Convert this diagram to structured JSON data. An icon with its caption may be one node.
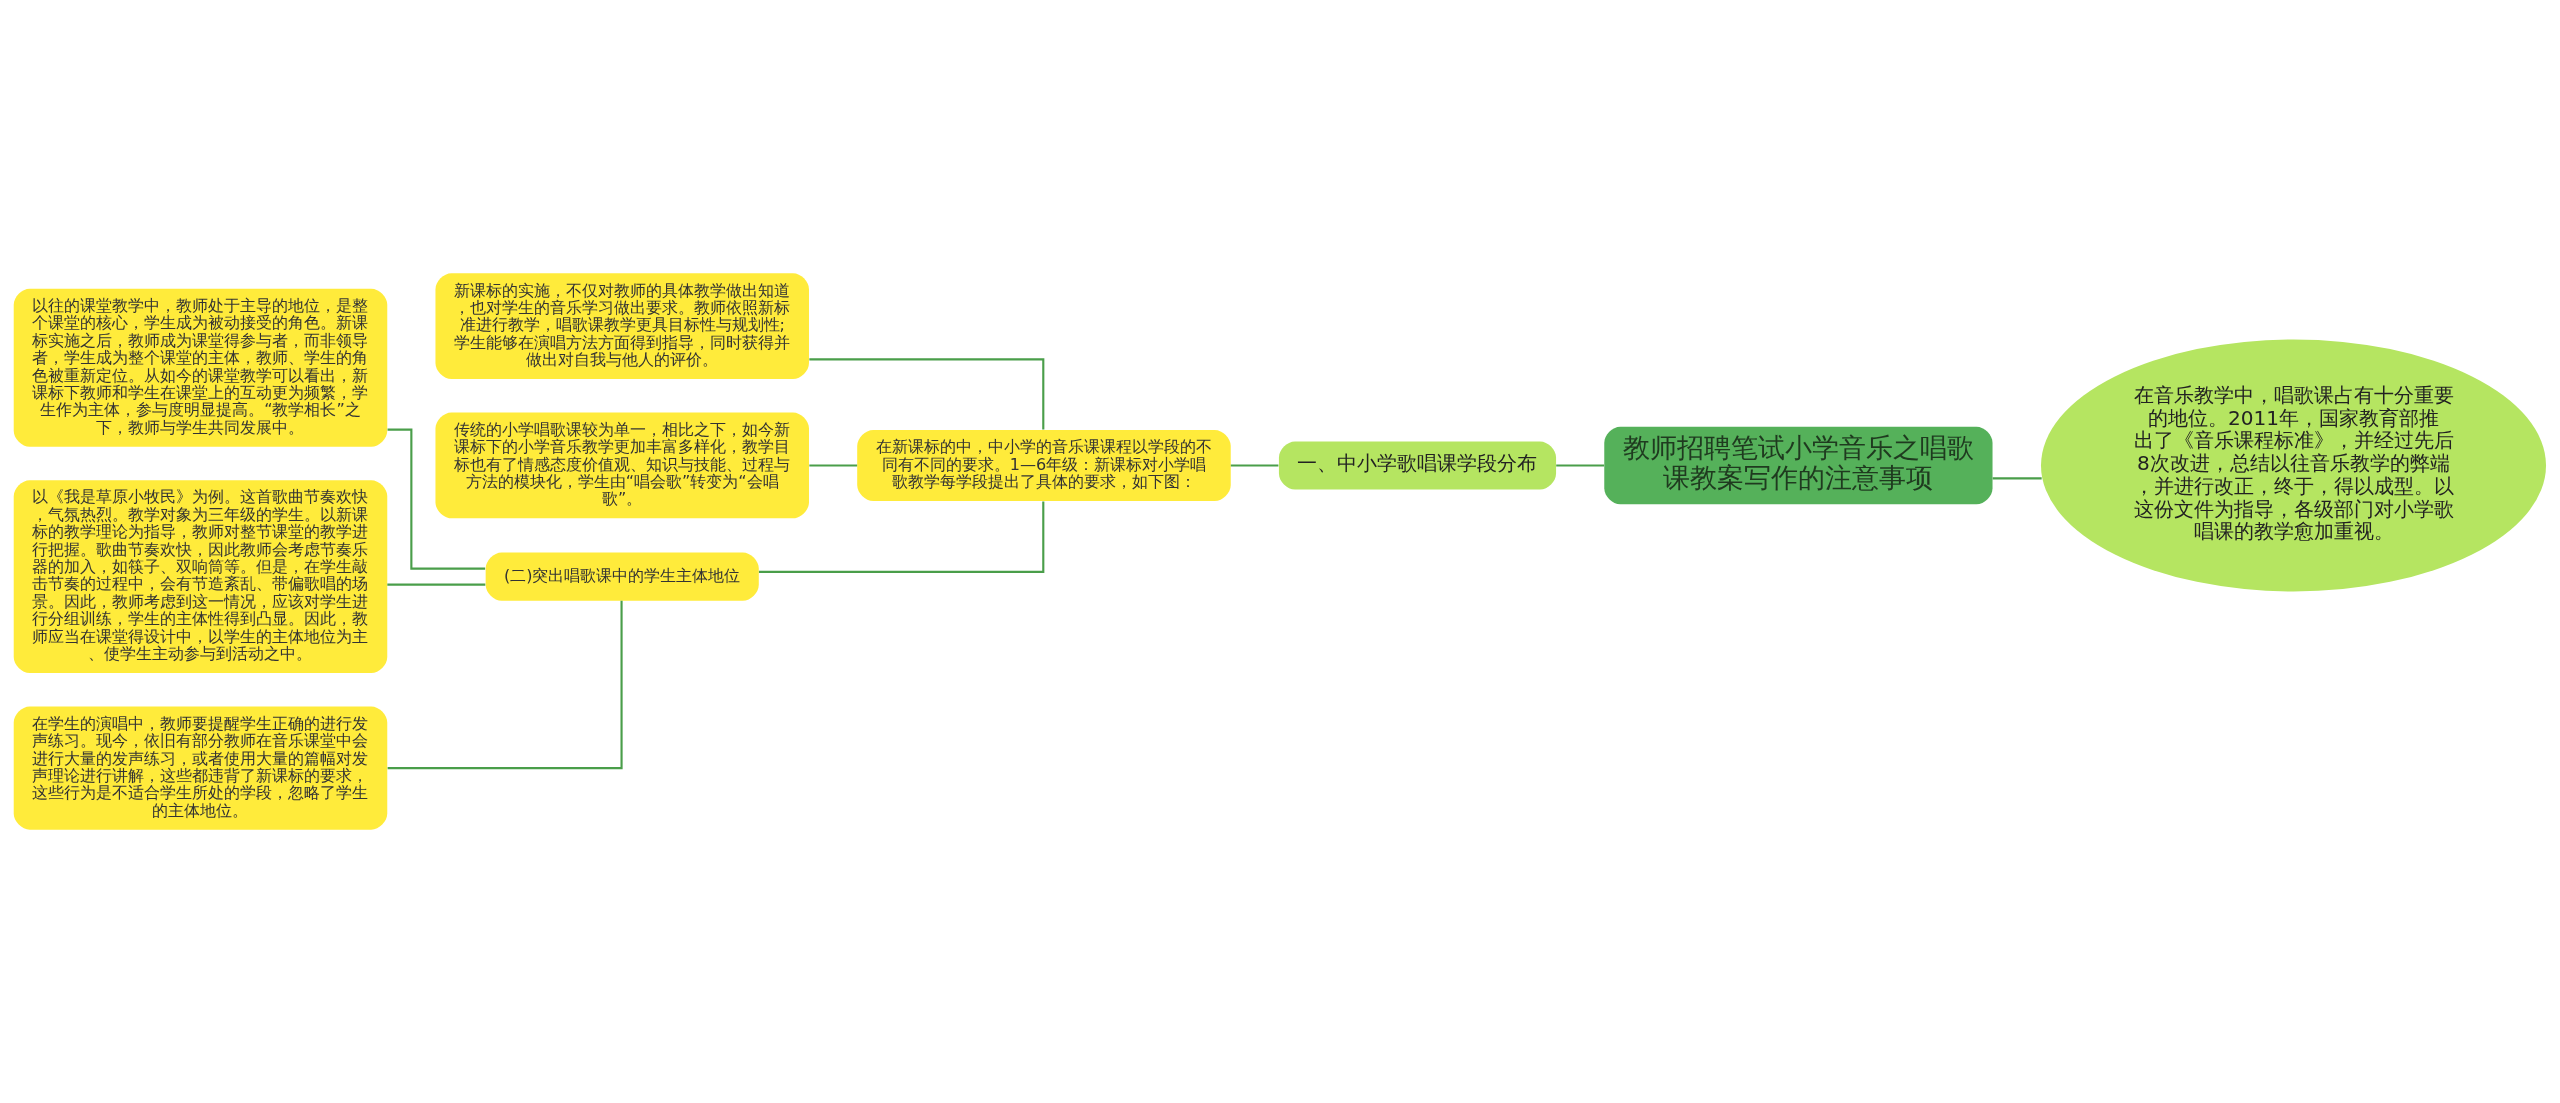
{
  "diagram": {
    "nodes": [
      {
        "text": [
          "教师招聘笔试小学音乐之唱歌课教案写作的注意事项"
        ]
      },
      {
        "text": [
          "在音乐教学中，唱歌课占有十分重要的地位。2011年，国家教育部推出了《音乐课程标准》，并经过先后8次改进，总结以往音乐教学的弊端，并进行改正，终于，得以成型。以这份文件为指导，各级部门对小学歌唱课的教学愈加重视。"
        ]
      },
      {
        "text": [
          "一、中小学歌唱课学段分布"
        ]
      },
      {
        "text": [
          "在新课标的中，中小学的音乐课课程以学段的不同有不同的要求。1—6年级：新课标对小学唱歌教学每学段提出了具体的要求，如下图："
        ]
      },
      {
        "text": [
          "新课标的实施，不仅对教师的具体教学做出知道，也对学生的音乐学习做出要求。教师依照新标准进行教学，唱歌课教学更具目标性与规划性;学生能够在演唱方法方面得到指导，同时获得并做出对自我与他人的评价。"
        ]
      },
      {
        "text": [
          "传统的小学唱歌课较为单一，相比之下，如今新课标下的小学音乐教学更加丰富多样化，教学目标也有了情感态度价值观、知识与技能、过程与方法的模块化，学生由“唱会歌”转变为“会唱歌”。"
        ]
      },
      {
        "text": [
          "(二)突出唱歌课中的学生主体地位"
        ]
      },
      {
        "text": [
          "以往的课堂教学中，教师处于主导的地位，是整个课堂的核心，学生成为被动接受的角色。新课标实施之后，教师成为课堂得参与者，而非领导者，学生成为整个课堂的主体，教师、学生的角色被重新定位。从如今的课堂教学可以看出，新课标下教师和学生在课堂上的互动更为频繁，学生作为主体，参与度明显提高。“教学相长”之下，教师与学生共同发展中。"
        ]
      },
      {
        "text": [
          "以《我是草原小牧民》为例。这首歌曲节奏欢快，气氛热烈。教学对象为三年级的学生。以新课标的教学理论为指导，教师对整节课堂的教学进行把握。歌曲节奏欢快，因此教师会考虑节奏乐器的加入，如筷子、双响筒等。但是，在学生敲击节奏的过程中，会有节造紊乱、带偏歌唱的场景。因此，教师考虑到这一情况，应该对学生进行分组训练，学生的主体性得到凸显。因此，教师应当在课堂得设计中，以学生的主体地位为主、使学生主动参与到活动之中。"
        ]
      },
      {
        "text": [
          "在学生的演唱中，教师要提醒学生正确的进行发声练习。现今，依旧有部分教师在音乐课堂中会进行大量的发声练习，或者使用大量的篇幅对发声理论进行讲解，这些都违背了新课标的要求，这些行为是不适合学生所处的学段，忽略了学生的主体地位。"
        ]
      }
    ],
    "edges": [
      {
        "from": 0,
        "to": 1,
        "arrow": "none"
      },
      {
        "from": 0,
        "to": 2,
        "arrow": "none"
      },
      {
        "from": 2,
        "to": 3,
        "arrow": "none"
      },
      {
        "from": 3,
        "to": 4,
        "arrow": "none"
      },
      {
        "from": 3,
        "to": 5,
        "arrow": "none"
      },
      {
        "from": 3,
        "to": 6,
        "arrow": "none"
      },
      {
        "from": 6,
        "to": 7,
        "arrow": "none"
      },
      {
        "from": 6,
        "to": 8,
        "arrow": "none"
      },
      {
        "from": 6,
        "to": 9,
        "arrow": "none"
      }
    ]
  }
}
